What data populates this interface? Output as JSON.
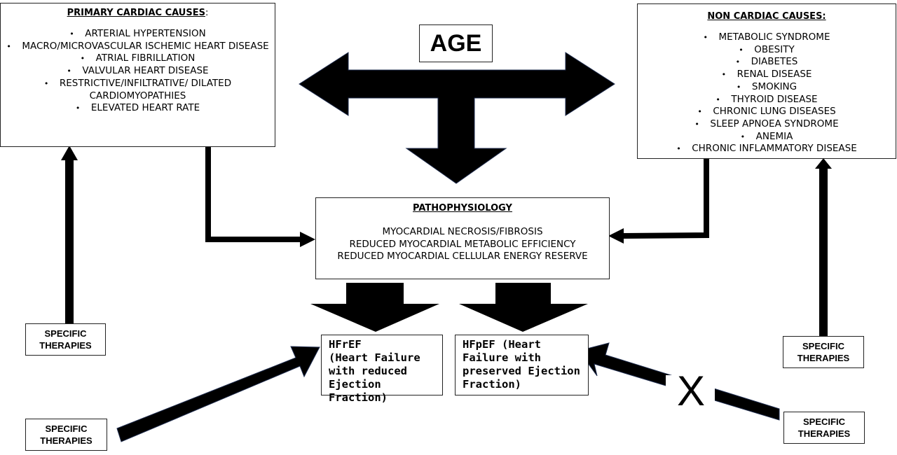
{
  "primary_causes": {
    "title": "PRIMARY CARDIAC CAUSES",
    "suffix": ":",
    "items": [
      "ARTERIAL  HYPERTENSION",
      "MACRO/MICROVASCULAR ISCHEMIC HEART DISEASE",
      "ATRIAL  FIBRILLATION",
      "VALVULAR HEART DISEASE",
      "RESTRICTIVE/INFILTRATIVE/ DILATED  CARDIOMYOPATHIES",
      "ELEVATED  HEART RATE"
    ]
  },
  "non_cardiac_causes": {
    "title": "NON CARDIAC CAUSES:",
    "items": [
      "METABOLIC SYNDROME",
      "OBESITY",
      "DIABETES",
      "RENAL DISEASE",
      "SMOKING",
      "THYROID DISEASE",
      "CHRONIC LUNG DISEASES",
      "SLEEP APNOEA SYNDROME",
      "ANEMIA",
      "CHRONIC INFLAMMATORY DISEASE"
    ]
  },
  "age_label": "AGE",
  "pathophysiology": {
    "title": "PATHOPHYSIOLOGY",
    "lines": [
      "MYOCARDIAL NECROSIS/FIBROSIS",
      "REDUCED MYOCARDIAL METABOLIC EFFICIENCY",
      "REDUCED MYOCARDIAL CELLULAR ENERGY RESERVE"
    ]
  },
  "hfref": {
    "lines": [
      "HFrEF",
      "(Heart Failure",
      "with reduced",
      "Ejection",
      "Fraction)"
    ]
  },
  "hfpef": {
    "lines": [
      "HFpEF (Heart",
      "Failure with",
      "preserved Ejection",
      "Fraction)"
    ]
  },
  "therapy": {
    "line1": "SPECIFIC",
    "line2": "THERAPIES"
  },
  "blocked_mark": "X"
}
